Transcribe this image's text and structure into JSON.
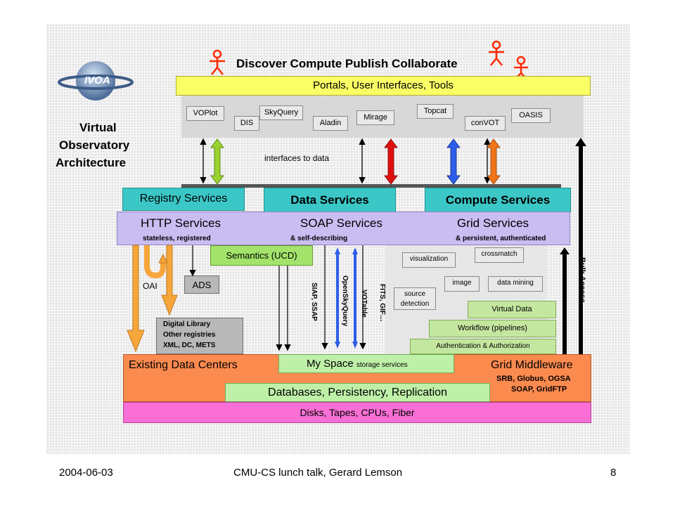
{
  "header": {
    "title": "Discover Compute Publish Collaborate"
  },
  "side_title": {
    "line1": "Virtual",
    "line2": "Observatory",
    "line3": "Architecture"
  },
  "logo": {
    "text": "IVOA"
  },
  "portals": {
    "label": "Portals, User Interfaces, Tools"
  },
  "tools": [
    "VOPlot",
    "DIS",
    "SkyQuery",
    "Aladin",
    "Mirage",
    "Topcat",
    "conVOT",
    "OASIS"
  ],
  "interfaces_label": "interfaces to data",
  "services": {
    "registry": "Registry Services",
    "data": "Data Services",
    "compute": "Compute Services"
  },
  "protocols": {
    "http": "HTTP Services",
    "soap": "SOAP Services",
    "grid": "Grid Services",
    "http_sub": "stateless, registered",
    "soap_sub": "& self-describing",
    "grid_sub": "& persistent, authenticated"
  },
  "semantics": "Semantics (UCD)",
  "oai": "OAI",
  "ads": "ADS",
  "digital_library": [
    "Digital Library",
    "Other registries",
    "XML, DC, METS"
  ],
  "vertical_labels": {
    "siap": "SIAP, SSAP",
    "opensky": "OpenSkyQuery",
    "votable": "VOTable",
    "fits": "FITS, GIF…",
    "bulk": "Bulk Access"
  },
  "compute_items": {
    "visualization": "visualization",
    "crossmatch": "crossmatch",
    "image": "image",
    "data_mining": "data mining",
    "source_detection": [
      "source",
      "detection"
    ]
  },
  "stack": {
    "virtual_data": "Virtual Data",
    "workflow": "Workflow (pipelines)",
    "auth": "Authentication & Authorization"
  },
  "bottom": {
    "existing": "Existing Data Centers",
    "myspace": "My Space",
    "myspace_sub": "storage services",
    "grid_mw": "Grid Middleware",
    "grid_mw_items": [
      "SRB, Globus, OGSA",
      "SOAP, GridFTP"
    ],
    "databases": "Databases, Persistency, Replication",
    "disks": "Disks, Tapes, CPUs, Fiber"
  },
  "footer": {
    "date": "2004-06-03",
    "talk": "CMU-CS lunch talk, Gerard Lemson",
    "page": "8"
  },
  "colors": {
    "yellow": "#fbff66",
    "teal": "#3cc7c7",
    "lavender": "#c9bdf2",
    "green": "#a3e36b",
    "orange": "#fb8a4f",
    "pink": "#f96fd6",
    "lightgreen": "#bff0a8",
    "arrow_orange": "#f6a63a",
    "arrow_red": "#e01010",
    "arrow_blue": "#2e5ee8",
    "arrow_green": "#9ad22f",
    "arrow_orange2": "#f07418"
  }
}
